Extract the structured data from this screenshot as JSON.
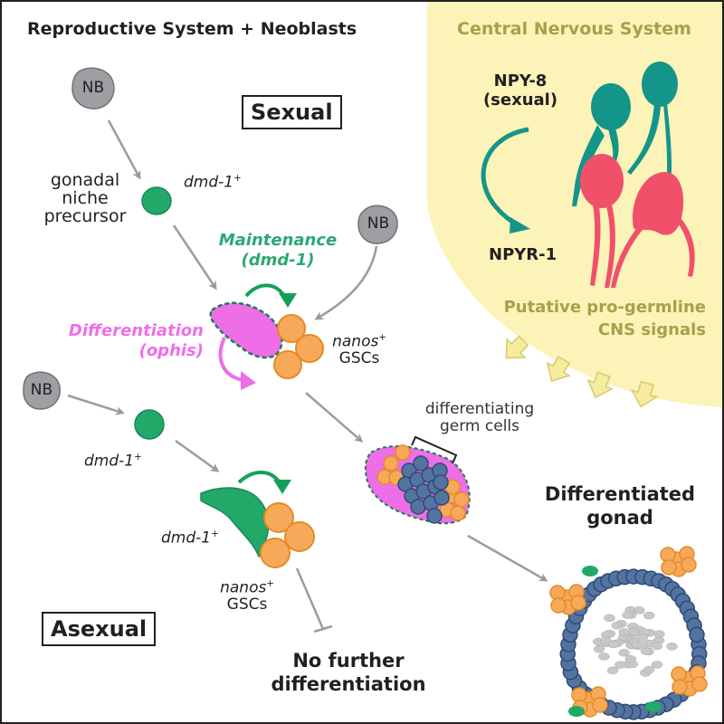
{
  "titles": {
    "left": "Reproductive System + Neoblasts",
    "right": "Central Nervous System"
  },
  "modes": {
    "sexual": "Sexual",
    "asexual": "Asexual"
  },
  "labels": {
    "nb": "NB",
    "gonadal_niche_precursor": [
      "gonadal",
      "niche",
      "precursor"
    ],
    "dmd1": "dmd-1",
    "plus": "+",
    "maintenance": "Maintenance",
    "maintenance_gene": "(dmd-1)",
    "differentiation": "Differentiation",
    "differentiation_gene": "(ophis)",
    "nanos": "nanos",
    "gscs": "GSCs",
    "differentiating_germ_cells": [
      "differentiating",
      "germ cells"
    ],
    "differentiated_gonad": [
      "Differentiated",
      "gonad"
    ],
    "no_further_differentiation": [
      "No further",
      "differentiation"
    ],
    "npy8": "NPY-8",
    "npy8_sub": "(sexual)",
    "npyr1": "NPYR-1",
    "cns_signals": [
      "Putative pro-germline",
      "CNS signals"
    ]
  },
  "colors": {
    "cns_background": "#fbf3b8",
    "cns_text": "#a8a04a",
    "niche_green": "#22a869",
    "maintenance_green": "#2aa873",
    "differentiation_magenta": "#ee6ee8",
    "gsc_orange": "#f7a95a",
    "germ_blue": "#55739f",
    "neoblast_gray": "#9d9fa2",
    "neuron_teal": "#14958a",
    "neuron_red": "#f0506a",
    "arrow_gray": "#9c9c9c"
  }
}
